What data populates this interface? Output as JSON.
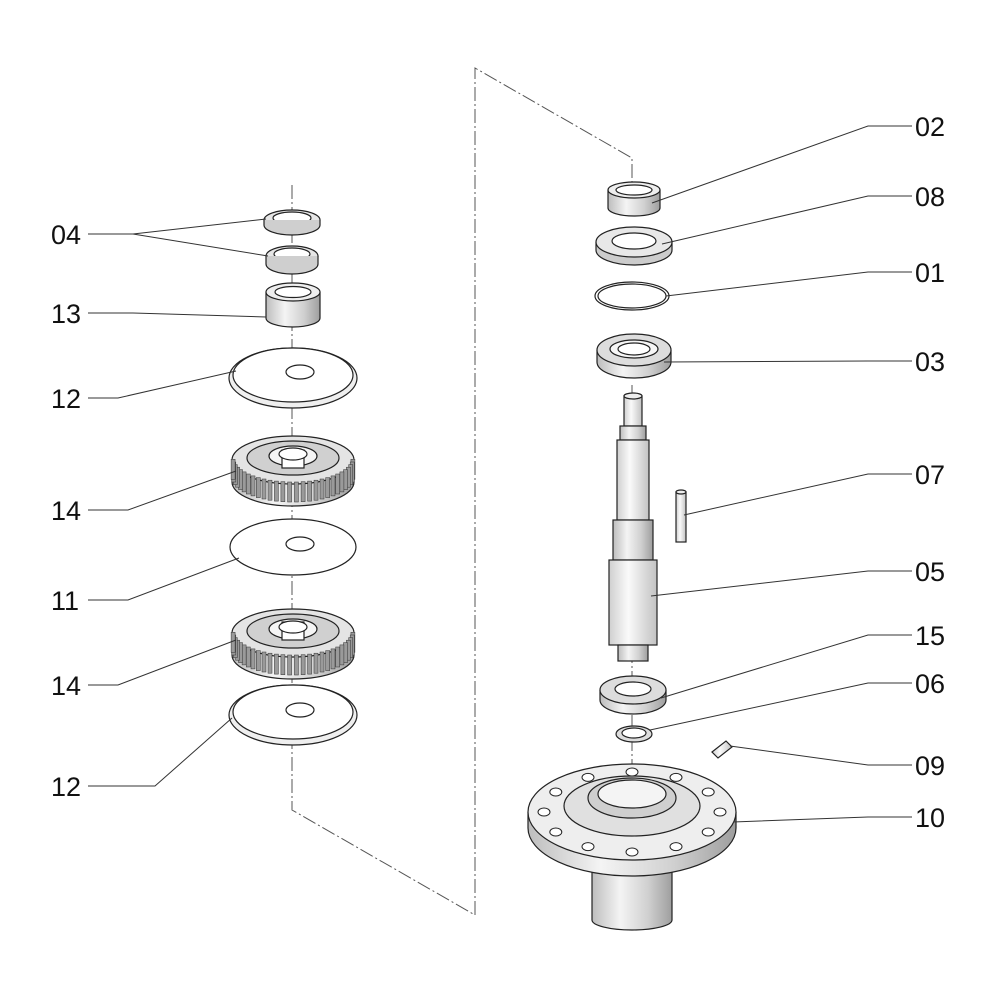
{
  "diagram": {
    "background": "#ffffff",
    "line_color": "#222222",
    "fill_light": "#f2f2f2",
    "fill_mid": "#d9d9d9",
    "fill_dark": "#b8b8b8",
    "callouts": {
      "l04": "04",
      "l13": "13",
      "l12a": "12",
      "l14a": "14",
      "l11": "11",
      "l14b": "14",
      "l12b": "12",
      "r02": "02",
      "r08": "08",
      "r01": "01",
      "r03": "03",
      "r07": "07",
      "r05": "05",
      "r15": "15",
      "r06": "06",
      "r09": "09",
      "r10": "10"
    }
  }
}
